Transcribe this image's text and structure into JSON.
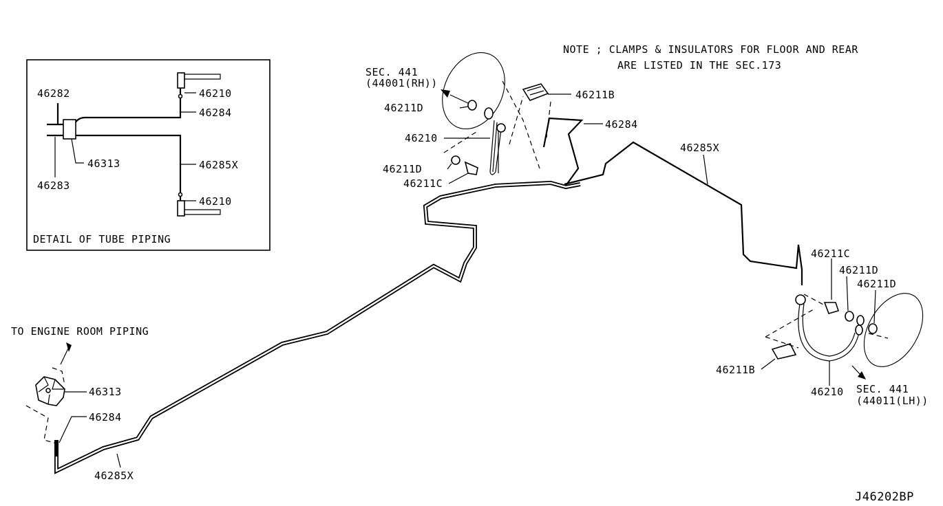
{
  "note": {
    "line1": "NOTE ; CLAMPS & INSULATORS FOR FLOOR AND REAR",
    "line2": "ARE LISTED IN THE SEC.173"
  },
  "detail": {
    "caption": "DETAIL OF TUBE PIPING",
    "labels": {
      "p46282": "46282",
      "p46283": "46283",
      "p46313": "46313",
      "p46210_top": "46210",
      "p46284": "46284",
      "p46285x": "46285X",
      "p46210_bottom": "46210"
    }
  },
  "engine_room": {
    "label": "TO ENGINE ROOM PIPING",
    "p46313": "46313",
    "p46284": "46284",
    "p46285x": "46285X"
  },
  "front_right": {
    "sec_line1": "SEC. 441",
    "sec_line2": "(44001(RH))",
    "p46211d_a": "46211D",
    "p46210": "46210",
    "p46211d_b": "46211D",
    "p46211c": "46211C",
    "p46211b": "46211B",
    "p46284": "46284"
  },
  "main_pipe": {
    "p46285x": "46285X"
  },
  "rear_left": {
    "p46211c": "46211C",
    "p46211d_a": "46211D",
    "p46211d_b": "46211D",
    "p46211b": "46211B",
    "p46210": "46210",
    "sec_line1": "SEC. 441",
    "sec_line2": "(44011(LH))"
  },
  "diagram_code": "J46202BP"
}
